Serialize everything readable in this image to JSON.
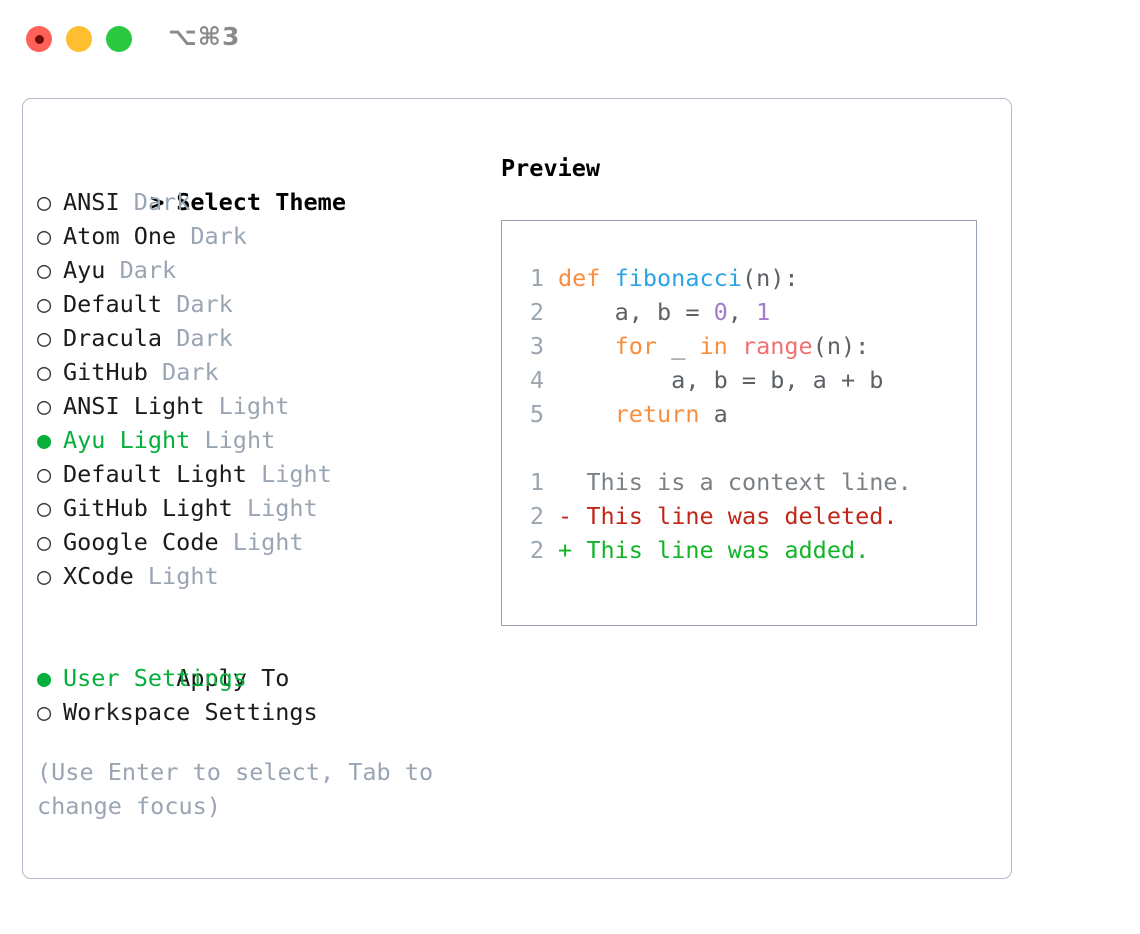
{
  "window": {
    "shortcut": "⌥⌘3",
    "traffic_lights": [
      {
        "name": "close",
        "color": "#ff6158",
        "active": true
      },
      {
        "name": "minimize",
        "color": "#ffbe2f",
        "active": false
      },
      {
        "name": "maximize",
        "color": "#2bc93f",
        "active": false
      }
    ]
  },
  "theme_list": {
    "header": "Select Theme",
    "header_marker": ">",
    "items": [
      {
        "marker": "○",
        "label": "ANSI",
        "tag": "Dark",
        "selected": false
      },
      {
        "marker": "○",
        "label": "Atom One",
        "tag": "Dark",
        "selected": false
      },
      {
        "marker": "○",
        "label": "Ayu",
        "tag": "Dark",
        "selected": false
      },
      {
        "marker": "○",
        "label": "Default",
        "tag": "Dark",
        "selected": false
      },
      {
        "marker": "○",
        "label": "Dracula",
        "tag": "Dark",
        "selected": false
      },
      {
        "marker": "○",
        "label": "GitHub",
        "tag": "Dark",
        "selected": false
      },
      {
        "marker": "○",
        "label": "ANSI Light",
        "tag": "Light",
        "selected": false
      },
      {
        "marker": "●",
        "label": "Ayu Light",
        "tag": "Light",
        "selected": true
      },
      {
        "marker": "○",
        "label": "Default Light",
        "tag": "Light",
        "selected": false
      },
      {
        "marker": "○",
        "label": "GitHub Light",
        "tag": "Light",
        "selected": false
      },
      {
        "marker": "○",
        "label": "Google Code",
        "tag": "Light",
        "selected": false
      },
      {
        "marker": "○",
        "label": "XCode",
        "tag": "Light",
        "selected": false
      }
    ]
  },
  "apply_to": {
    "header": "Apply To",
    "options": [
      {
        "marker": "●",
        "label": "User Settings",
        "selected": true
      },
      {
        "marker": "○",
        "label": "Workspace Settings",
        "selected": false
      }
    ]
  },
  "hint": "(Use Enter to select, Tab to change focus)",
  "preview": {
    "title": "Preview",
    "code_lines": [
      {
        "number": "1",
        "tokens": [
          {
            "text": "def ",
            "type": "keyword"
          },
          {
            "text": "fibonacci",
            "type": "function"
          },
          {
            "text": "(n):",
            "type": "plain"
          }
        ]
      },
      {
        "number": "2",
        "tokens": [
          {
            "text": "    a, b = ",
            "type": "plain"
          },
          {
            "text": "0",
            "type": "number"
          },
          {
            "text": ", ",
            "type": "plain"
          },
          {
            "text": "1",
            "type": "number"
          }
        ]
      },
      {
        "number": "3",
        "tokens": [
          {
            "text": "    ",
            "type": "plain"
          },
          {
            "text": "for",
            "type": "keyword"
          },
          {
            "text": " _ ",
            "type": "plain"
          },
          {
            "text": "in",
            "type": "keyword"
          },
          {
            "text": " ",
            "type": "plain"
          },
          {
            "text": "range",
            "type": "call"
          },
          {
            "text": "(n):",
            "type": "plain"
          }
        ]
      },
      {
        "number": "4",
        "tokens": [
          {
            "text": "        a, b = b, a + b",
            "type": "plain"
          }
        ]
      },
      {
        "number": "5",
        "tokens": [
          {
            "text": "    ",
            "type": "plain"
          },
          {
            "text": "return",
            "type": "keyword"
          },
          {
            "text": " a",
            "type": "plain"
          }
        ]
      }
    ],
    "diff_lines": [
      {
        "number": "1",
        "sign": " ",
        "text": "This is a context line.",
        "kind": "context"
      },
      {
        "number": "2",
        "sign": "-",
        "text": "This line was deleted.",
        "kind": "deleted"
      },
      {
        "number": "2",
        "sign": "+",
        "text": "This line was added.",
        "kind": "added"
      }
    ]
  },
  "colors": {
    "selection_green": "#06b03b",
    "muted_gray": "#9aa5b4",
    "panel_border": "#b3bcca",
    "preview_border": "#96a2b3",
    "syntax_keyword": "#fa8d3e",
    "syntax_function": "#2aa4e6",
    "syntax_number": "#a37acc",
    "syntax_call": "#f07171",
    "diff_deleted": "#c0271a",
    "diff_added": "#12b528"
  }
}
